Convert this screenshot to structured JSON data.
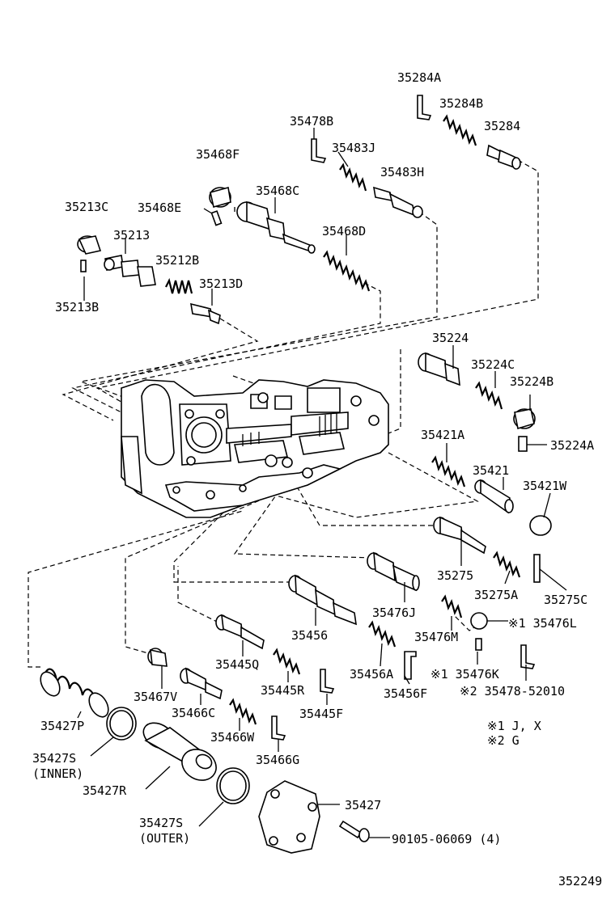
{
  "diagram": {
    "labels": {
      "p35284A": "35284A",
      "p35284B": "35284B",
      "p35284": "35284",
      "p35478B": "35478B",
      "p35483J": "35483J",
      "p35483H": "35483H",
      "p35468F": "35468F",
      "p35468C": "35468C",
      "p35468E": "35468E",
      "p35468D": "35468D",
      "p35213C": "35213C",
      "p35213": "35213",
      "p35212B": "35212B",
      "p35213D": "35213D",
      "p35213B": "35213B",
      "p35224": "35224",
      "p35224C": "35224C",
      "p35224B": "35224B",
      "p35224A": "35224A",
      "p35421A": "35421A",
      "p35421": "35421",
      "p35421W": "35421W",
      "p35275": "35275",
      "p35275A": "35275A",
      "p35275C": "35275C",
      "p35476J": "35476J",
      "p35456": "35456",
      "p35476M": "35476M",
      "p35476L": "※1 35476L",
      "p35445Q": "35445Q",
      "p35456A": "35456A",
      "p35476K": "※1 35476K",
      "p35445R": "35445R",
      "p35456F": "35456F",
      "p35478_52010": "※2 35478-52010",
      "p35467V": "35467V",
      "p35466C": "35466C",
      "p35445F": "35445F",
      "p35427P": "35427P",
      "p35466W": "35466W",
      "p35427S_inner": "35427S",
      "inner": "(INNER)",
      "p35466G": "35466G",
      "p35427R": "35427R",
      "p35427": "35427",
      "p35427S_outer": "35427S",
      "outer": "(OUTER)",
      "p90105": "90105-06069 (4)"
    },
    "notes": {
      "note1": "※1  J, X",
      "note2": "※2  G"
    },
    "diagram_id": "352249"
  }
}
